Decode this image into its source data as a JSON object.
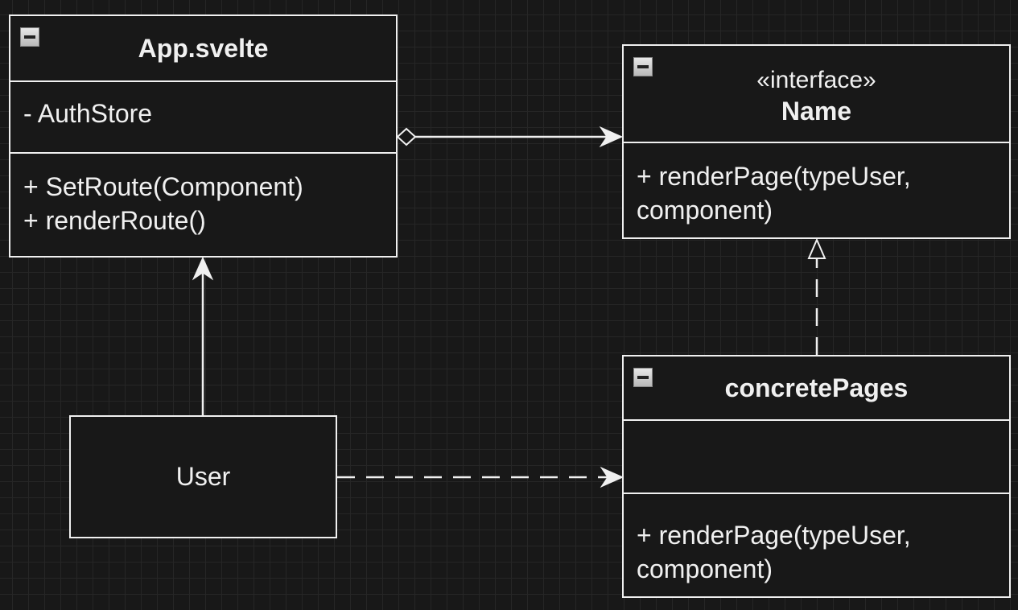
{
  "diagram": {
    "app_class": {
      "name": "App.svelte",
      "attributes": [
        "- AuthStore"
      ],
      "methods": [
        "+ SetRoute(Component)",
        "+ renderRoute()"
      ]
    },
    "interface_class": {
      "stereotype": "«interface»",
      "name": "Name",
      "methods_line1": "+ renderPage(typeUser,",
      "methods_line2": "component)"
    },
    "concrete_class": {
      "name": "concretePages",
      "methods_line1": "+ renderPage(typeUser,",
      "methods_line2": "component)"
    },
    "user_box": {
      "label": "User"
    }
  },
  "colors": {
    "background": "#181818",
    "grid": "#262626",
    "stroke": "#f0f0f0"
  },
  "icons": {
    "collapse": "minus-square-icon"
  }
}
